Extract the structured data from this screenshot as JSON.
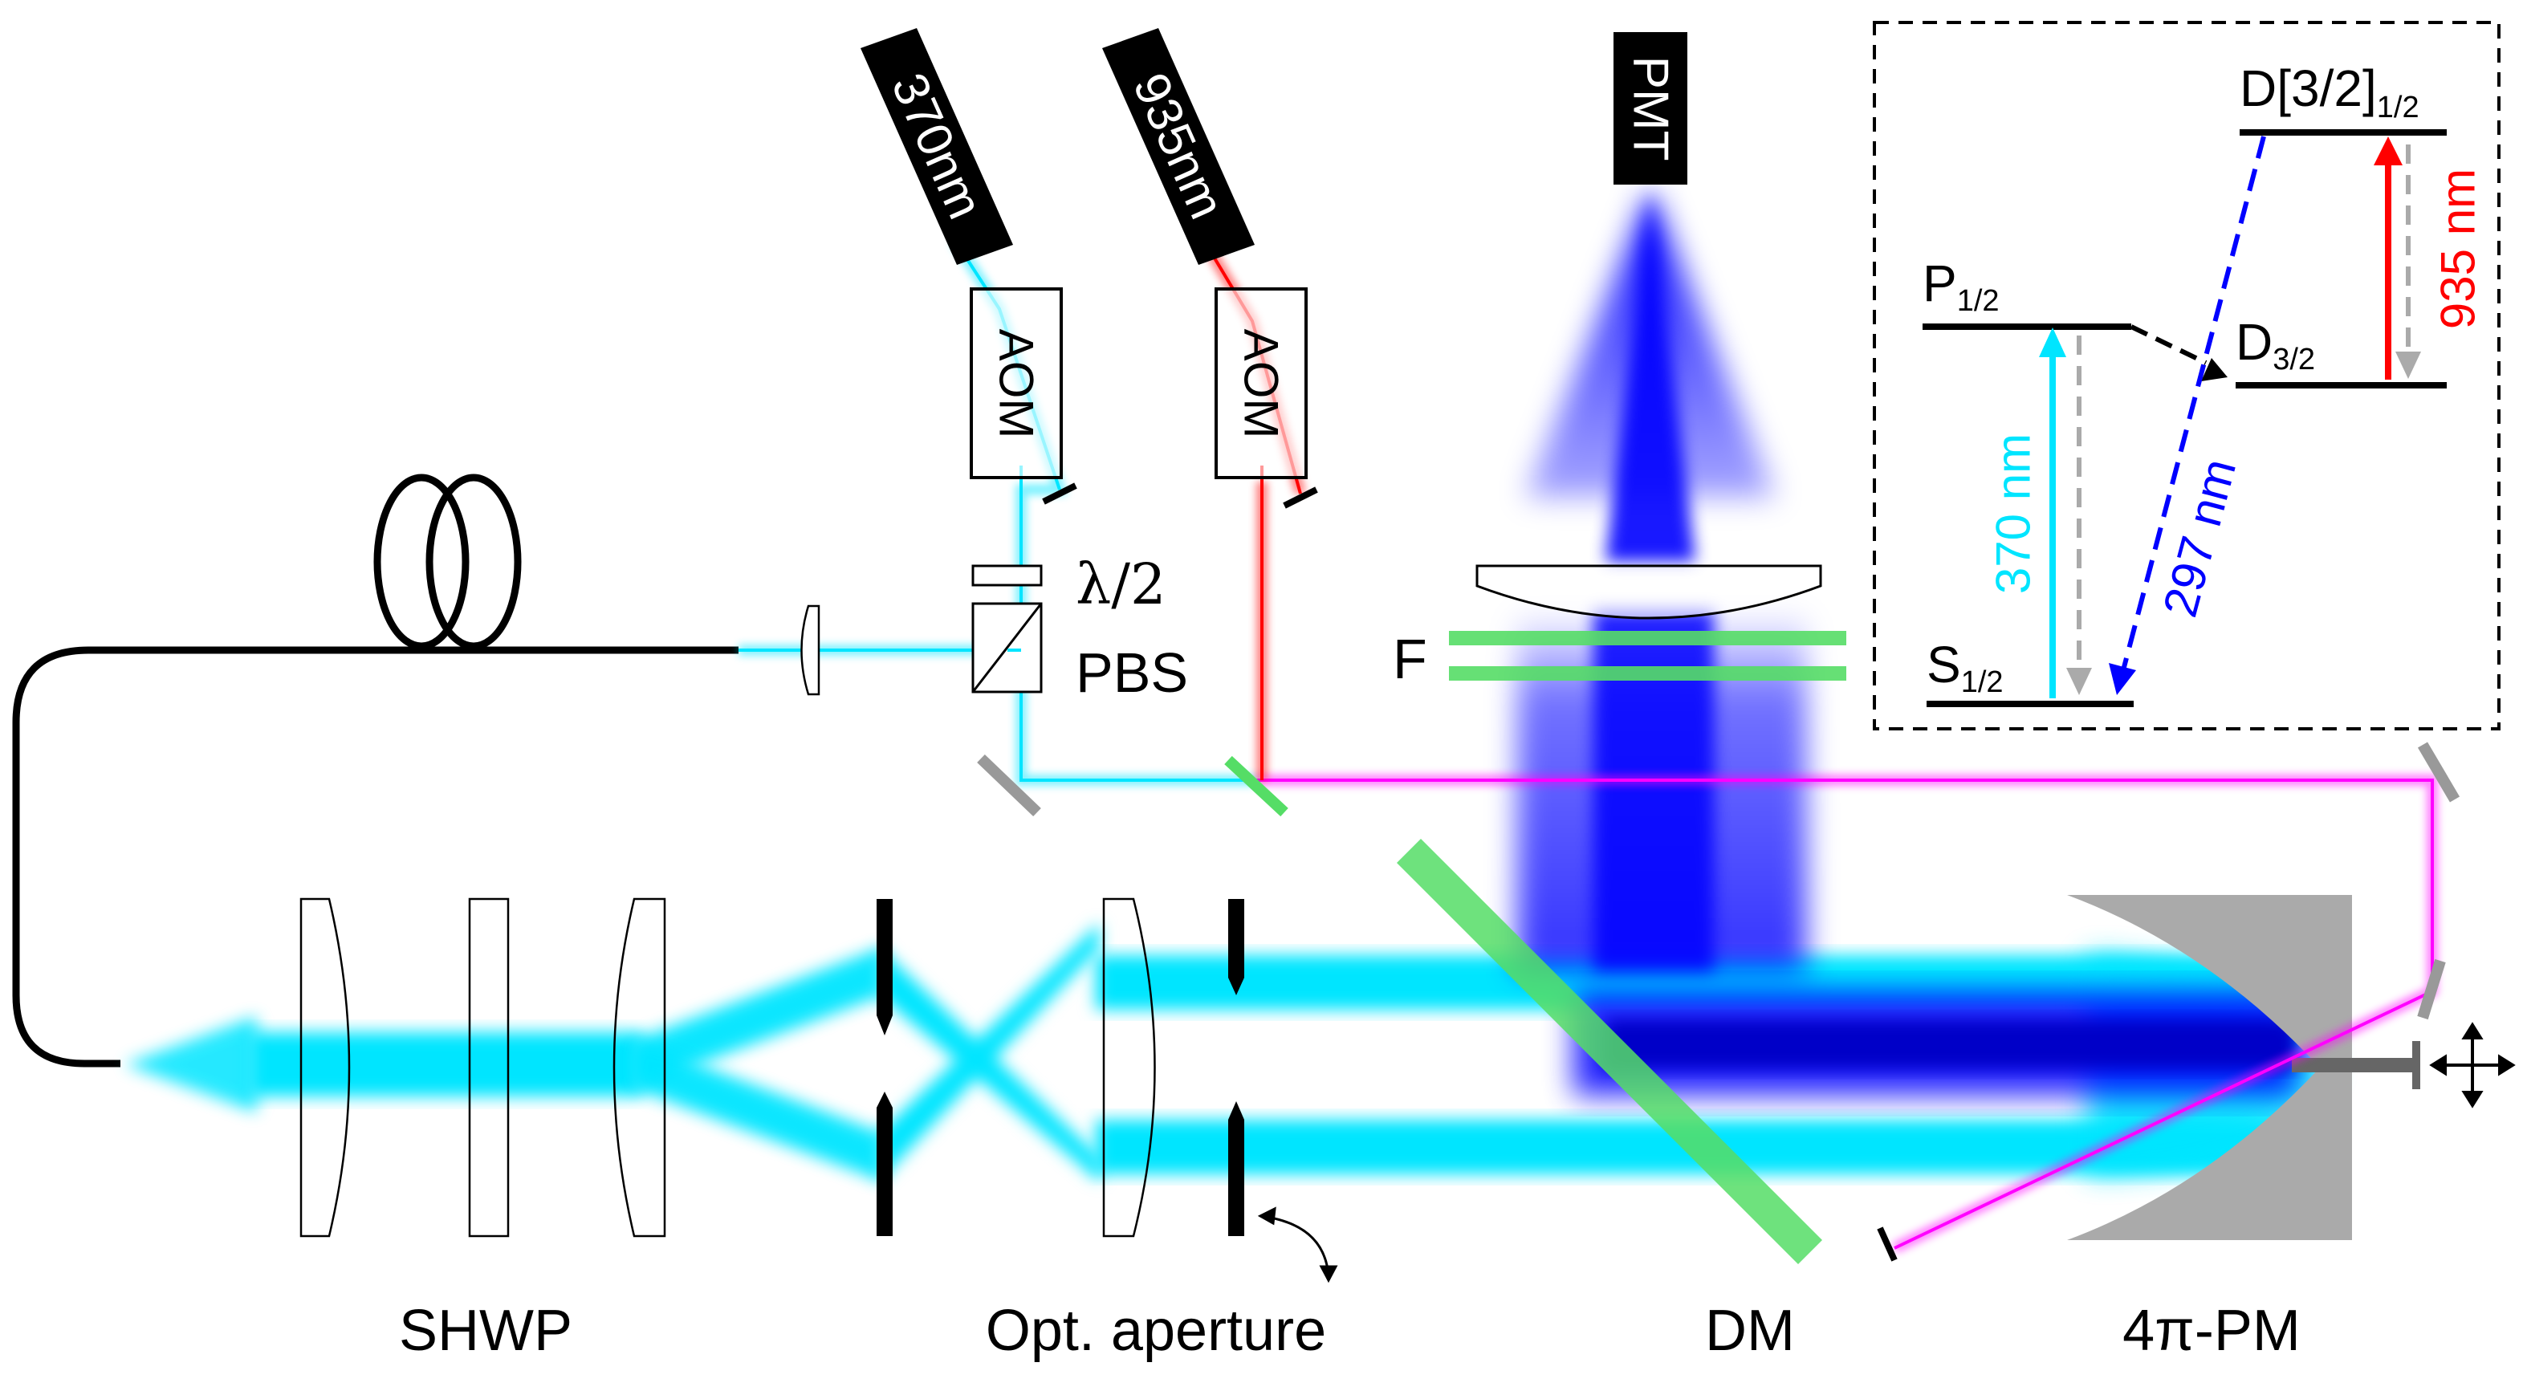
{
  "lasers": {
    "uv": {
      "label": "370nm",
      "color": "#00e5ff"
    },
    "ir": {
      "label": "935nm",
      "color": "#ff0000"
    }
  },
  "detector": {
    "label": "PMT",
    "fluorescence_color": "#0000ff"
  },
  "components": {
    "aom": "AOM",
    "half_wave_plate": "λ/2",
    "pbs": "PBS",
    "filter": "F",
    "shwp": "SHWP",
    "aperture": "Opt. aperture",
    "dichroic": "DM",
    "parabolic_mirror": "4π-PM"
  },
  "colors": {
    "combined_beam": "#ff00ff",
    "dichroic_glass": "#55dd66",
    "mirror_gray": "#999999"
  },
  "level_scheme": {
    "levels": {
      "S": {
        "main": "S",
        "sub": "1/2"
      },
      "P": {
        "main": "P",
        "sub": "1/2"
      },
      "D32": {
        "main": "D",
        "sub": "3/2"
      },
      "D_bracket": {
        "main": "D[3/2]",
        "sub": "1/2"
      }
    },
    "transitions": {
      "t370": "370 nm",
      "t935": "935 nm",
      "t297": "297 nm"
    }
  }
}
